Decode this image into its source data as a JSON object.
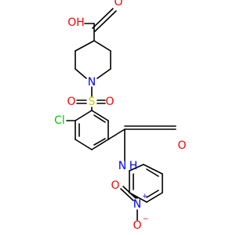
{
  "molecule": {
    "atom_labels": {
      "hydroxyl": "OH",
      "carboxyl_o": "O",
      "ring_n": "N",
      "sulfonyl_s": "S",
      "sulfonyl_o_left": "O",
      "sulfonyl_o_right": "O",
      "chloro": "Cl",
      "amide_o": "O",
      "amide_n": "N",
      "amide_h": "H",
      "nitro_n": "N",
      "nitro_o_top": "O",
      "nitro_o_bottom": "O",
      "nitro_plus": "+",
      "nitro_minus": "−"
    },
    "colors": {
      "bond": "#000000",
      "oxygen": "#ff0000",
      "nitrogen": "#0000ff",
      "sulfur": "#cccc00",
      "chlorine": "#00cc00",
      "carbon": "#000000"
    }
  }
}
